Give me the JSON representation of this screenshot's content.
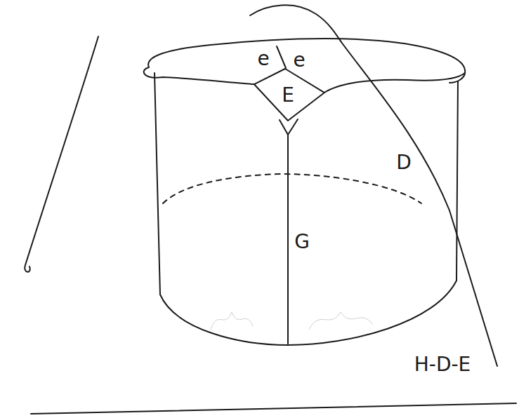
{
  "diagram": {
    "nodes": [
      {
        "text": [
          "E"
        ]
      }
    ],
    "labels": [
      "e",
      "e",
      "D",
      "G",
      "H-D-E"
    ]
  }
}
